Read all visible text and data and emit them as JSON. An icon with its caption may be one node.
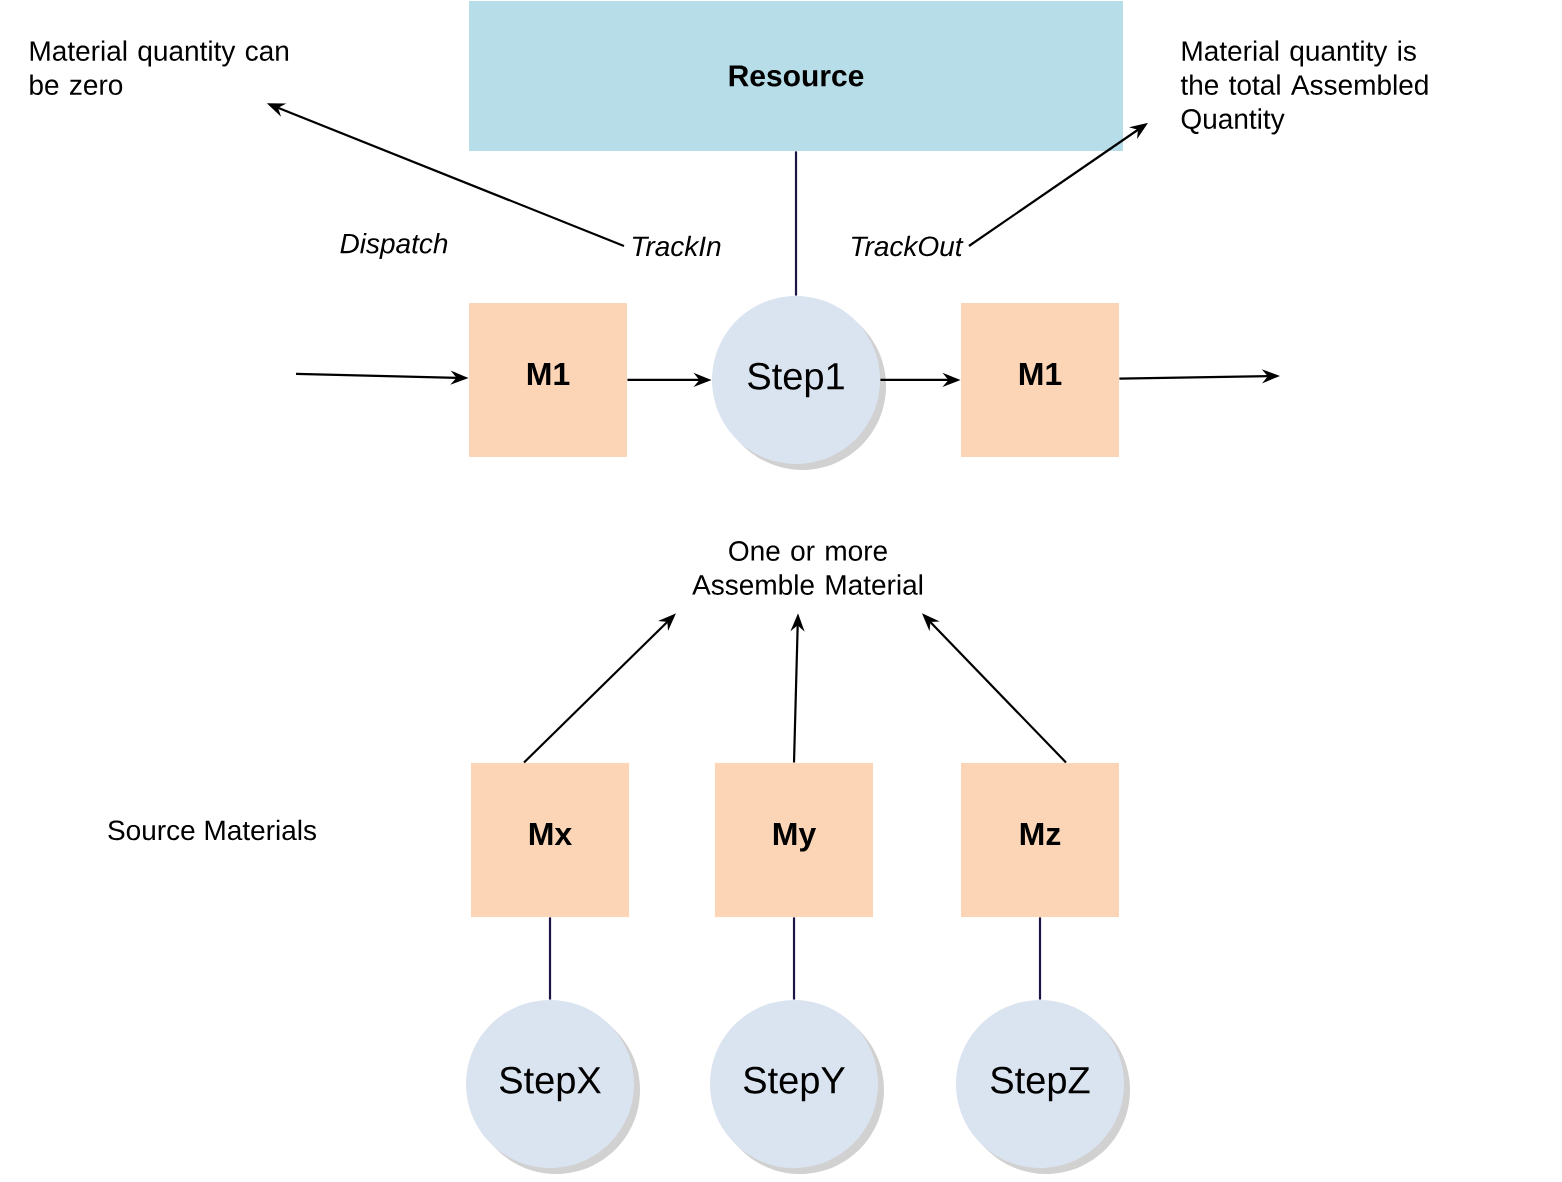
{
  "diagram": {
    "nodes": [
      {
        "text": [
          "Resource"
        ]
      },
      {
        "text": [
          "Material quantity can be zero"
        ]
      },
      {
        "text": [
          "Material quantity is the total Assembled Quantity"
        ]
      },
      {
        "text": [
          "TrackIn"
        ]
      },
      {
        "text": [
          "TrackOut"
        ]
      },
      {
        "text": [
          "M1"
        ]
      },
      {
        "text": [
          "Step1"
        ]
      },
      {
        "text": [
          "M1"
        ]
      },
      {
        "text": [
          "One or more Assemble Material"
        ]
      },
      {
        "text": [
          "Mx"
        ]
      },
      {
        "text": [
          "My"
        ]
      },
      {
        "text": [
          "Mz"
        ]
      },
      {
        "text": [
          "StepX"
        ]
      },
      {
        "text": [
          "StepY"
        ]
      },
      {
        "text": [
          "StepZ"
        ]
      }
    ],
    "edges": [
      {
        "from": null,
        "to": 5,
        "arrow": "to"
      },
      {
        "from": 5,
        "to": 6,
        "arrow": "to"
      },
      {
        "from": 6,
        "to": 7,
        "arrow": "to"
      },
      {
        "from": 7,
        "to": null,
        "arrow": "to"
      },
      {
        "from": 0,
        "to": 6,
        "arrow": "none",
        "color": "#1f1446"
      },
      {
        "from": 3,
        "to": 1,
        "arrow": "to"
      },
      {
        "from": 4,
        "to": 2,
        "arrow": "to"
      },
      {
        "from": 9,
        "to": 8,
        "arrow": "to"
      },
      {
        "from": 10,
        "to": 8,
        "arrow": "to"
      },
      {
        "from": 11,
        "to": 8,
        "arrow": "to"
      },
      {
        "from": 9,
        "to": 12,
        "arrow": "none",
        "color": "#1f1446"
      },
      {
        "from": 10,
        "to": 13,
        "arrow": "none",
        "color": "#1f1446"
      },
      {
        "from": 11,
        "to": 14,
        "arrow": "none",
        "color": "#1f1446"
      }
    ],
    "labels": [
      "Dispatch",
      "Source Materials"
    ]
  }
}
